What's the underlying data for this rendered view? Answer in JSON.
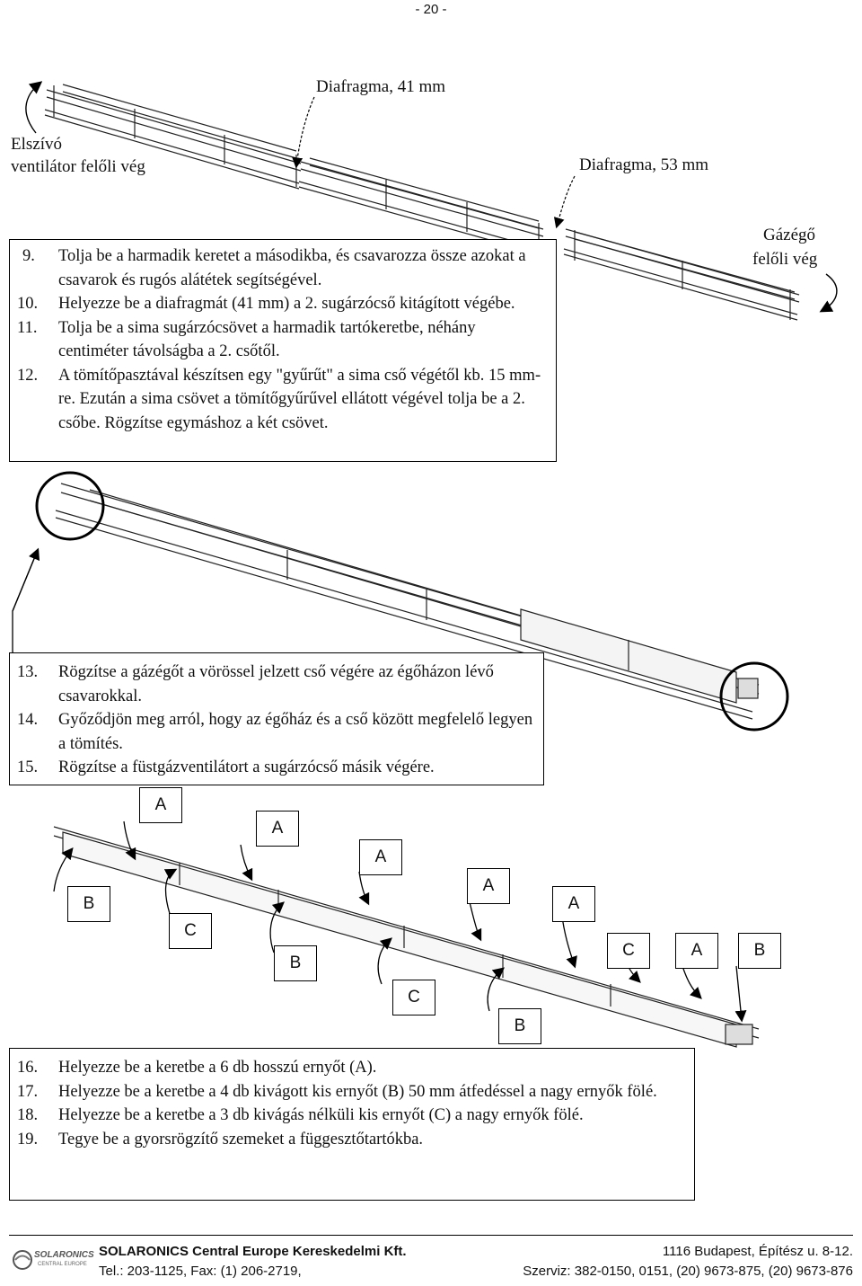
{
  "page_number": "- 20 -",
  "labels": {
    "diaphragm_41": "Diafragma, 41 mm",
    "exhaust_end_line1": "Elszívó",
    "exhaust_end_line2": "ventilátor felőli vég",
    "diaphragm_53": "Diafragma, 53 mm",
    "burner_end_line1": "Gázégő",
    "burner_end_line2": "felőli vég"
  },
  "box1": {
    "steps": [
      {
        "num": "9.",
        "text": "Tolja be a harmadik keretet a másodikba, és csavarozza össze azokat a csavarok és rugós alátétek segítségével."
      },
      {
        "num": "10.",
        "text": "Helyezze be a diafragmát (41 mm) a 2. sugárzócső kitágított végébe."
      },
      {
        "num": "11.",
        "text": "Tolja be a sima sugárzócsövet a harmadik tartókeretbe, néhány centiméter távolságba a 2. csőtől."
      },
      {
        "num": "12.",
        "text": "A tömítőpasztával készítsen egy \"gyűrűt\" a sima cső végétől kb. 15 mm-re. Ezután a sima csövet a tömítőgyűrűvel ellátott végével tolja be a 2. csőbe. Rögzítse egymáshoz a két csövet."
      }
    ]
  },
  "box2": {
    "steps": [
      {
        "num": "13.",
        "text": "Rögzítse a gázégőt a vörössel jelzett cső végére az égőházon lévő csavarokkal."
      },
      {
        "num": "14.",
        "text": "Győződjön meg arról, hogy az égőház és a cső között megfelelő legyen a tömítés."
      },
      {
        "num": "15.",
        "text": "Rögzítse a füstgázventilátort a sugárzócső másik végére."
      }
    ]
  },
  "callouts": [
    "A",
    "A",
    "A",
    "A",
    "A",
    "B",
    "C",
    "B",
    "C",
    "B",
    "C",
    "A",
    "B"
  ],
  "box3": {
    "steps": [
      {
        "num": "16.",
        "text": "Helyezze be a keretbe a 6 db hosszú ernyőt (A)."
      },
      {
        "num": "17.",
        "text": "Helyezze be a keretbe a 4 db kivágott kis ernyőt (B) 50 mm átfedéssel a nagy ernyők fölé."
      },
      {
        "num": "18.",
        "text": "Helyezze be a keretbe a 3 db kivágás nélküli kis ernyőt (C) a nagy ernyők fölé."
      },
      {
        "num": "19.",
        "text": "Tegye be a gyorsrögzítő szemeket a függesztőtartókba."
      }
    ]
  },
  "footer": {
    "logo_text": "SOLARONICS",
    "logo_subtext": "CENTRAL EUROPE",
    "company": "SOLARONICS Central Europe Kereskedelmi Kft.",
    "address": "1116 Budapest, Építész u. 8-12.",
    "phone_fax": "Tel.: 203-1125, Fax: (1) 206-2719,",
    "service": "Szerviz: 382-0150, 0151, (20) 9673-875, (20) 9673-876"
  }
}
